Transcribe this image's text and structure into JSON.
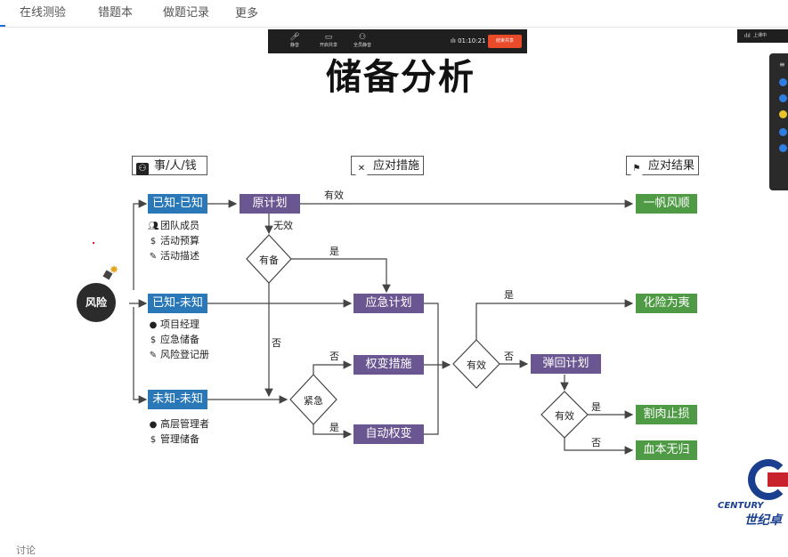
{
  "nav": {
    "tabs": [
      "在线测验",
      "错题本",
      "做题记录",
      "更多"
    ]
  },
  "meeting_toolbar": {
    "tools": [
      "静音",
      "开启共享",
      "全员静音"
    ],
    "timer": "01:10:21",
    "stop_label": "结束共享",
    "indicator": "上课中"
  },
  "slide": {
    "title": "储备分析",
    "columns": [
      "事/人/钱",
      "应对措施",
      "应对结果"
    ],
    "risk_label": "风险",
    "categories": [
      {
        "label": "已知-已知",
        "items": [
          "团队成员",
          "活动预算",
          "活动描述"
        ]
      },
      {
        "label": "已知-未知",
        "items": [
          "项目经理",
          "应急储备",
          "风险登记册"
        ]
      },
      {
        "label": "未知-未知",
        "items": [
          "高层管理者",
          "管理储备"
        ]
      }
    ],
    "actions": {
      "plan": "原计划",
      "contingency": "应急计划",
      "workaround": "权变措施",
      "auto": "自动权变",
      "fallback": "弹回计划"
    },
    "decisions": {
      "reserve": "有备",
      "urgent": "紧急",
      "effective1": "有效",
      "effective2": "有效"
    },
    "results": [
      "一帆风顺",
      "化险为夷",
      "割肉止损",
      "血本无归"
    ],
    "edge_labels": {
      "yes": "是",
      "no": "否",
      "valid": "有效",
      "invalid": "无效"
    }
  },
  "logo": {
    "line1": "CENTURY",
    "line2": "世纪卓"
  },
  "footer": {
    "partial_text": "讨论"
  }
}
